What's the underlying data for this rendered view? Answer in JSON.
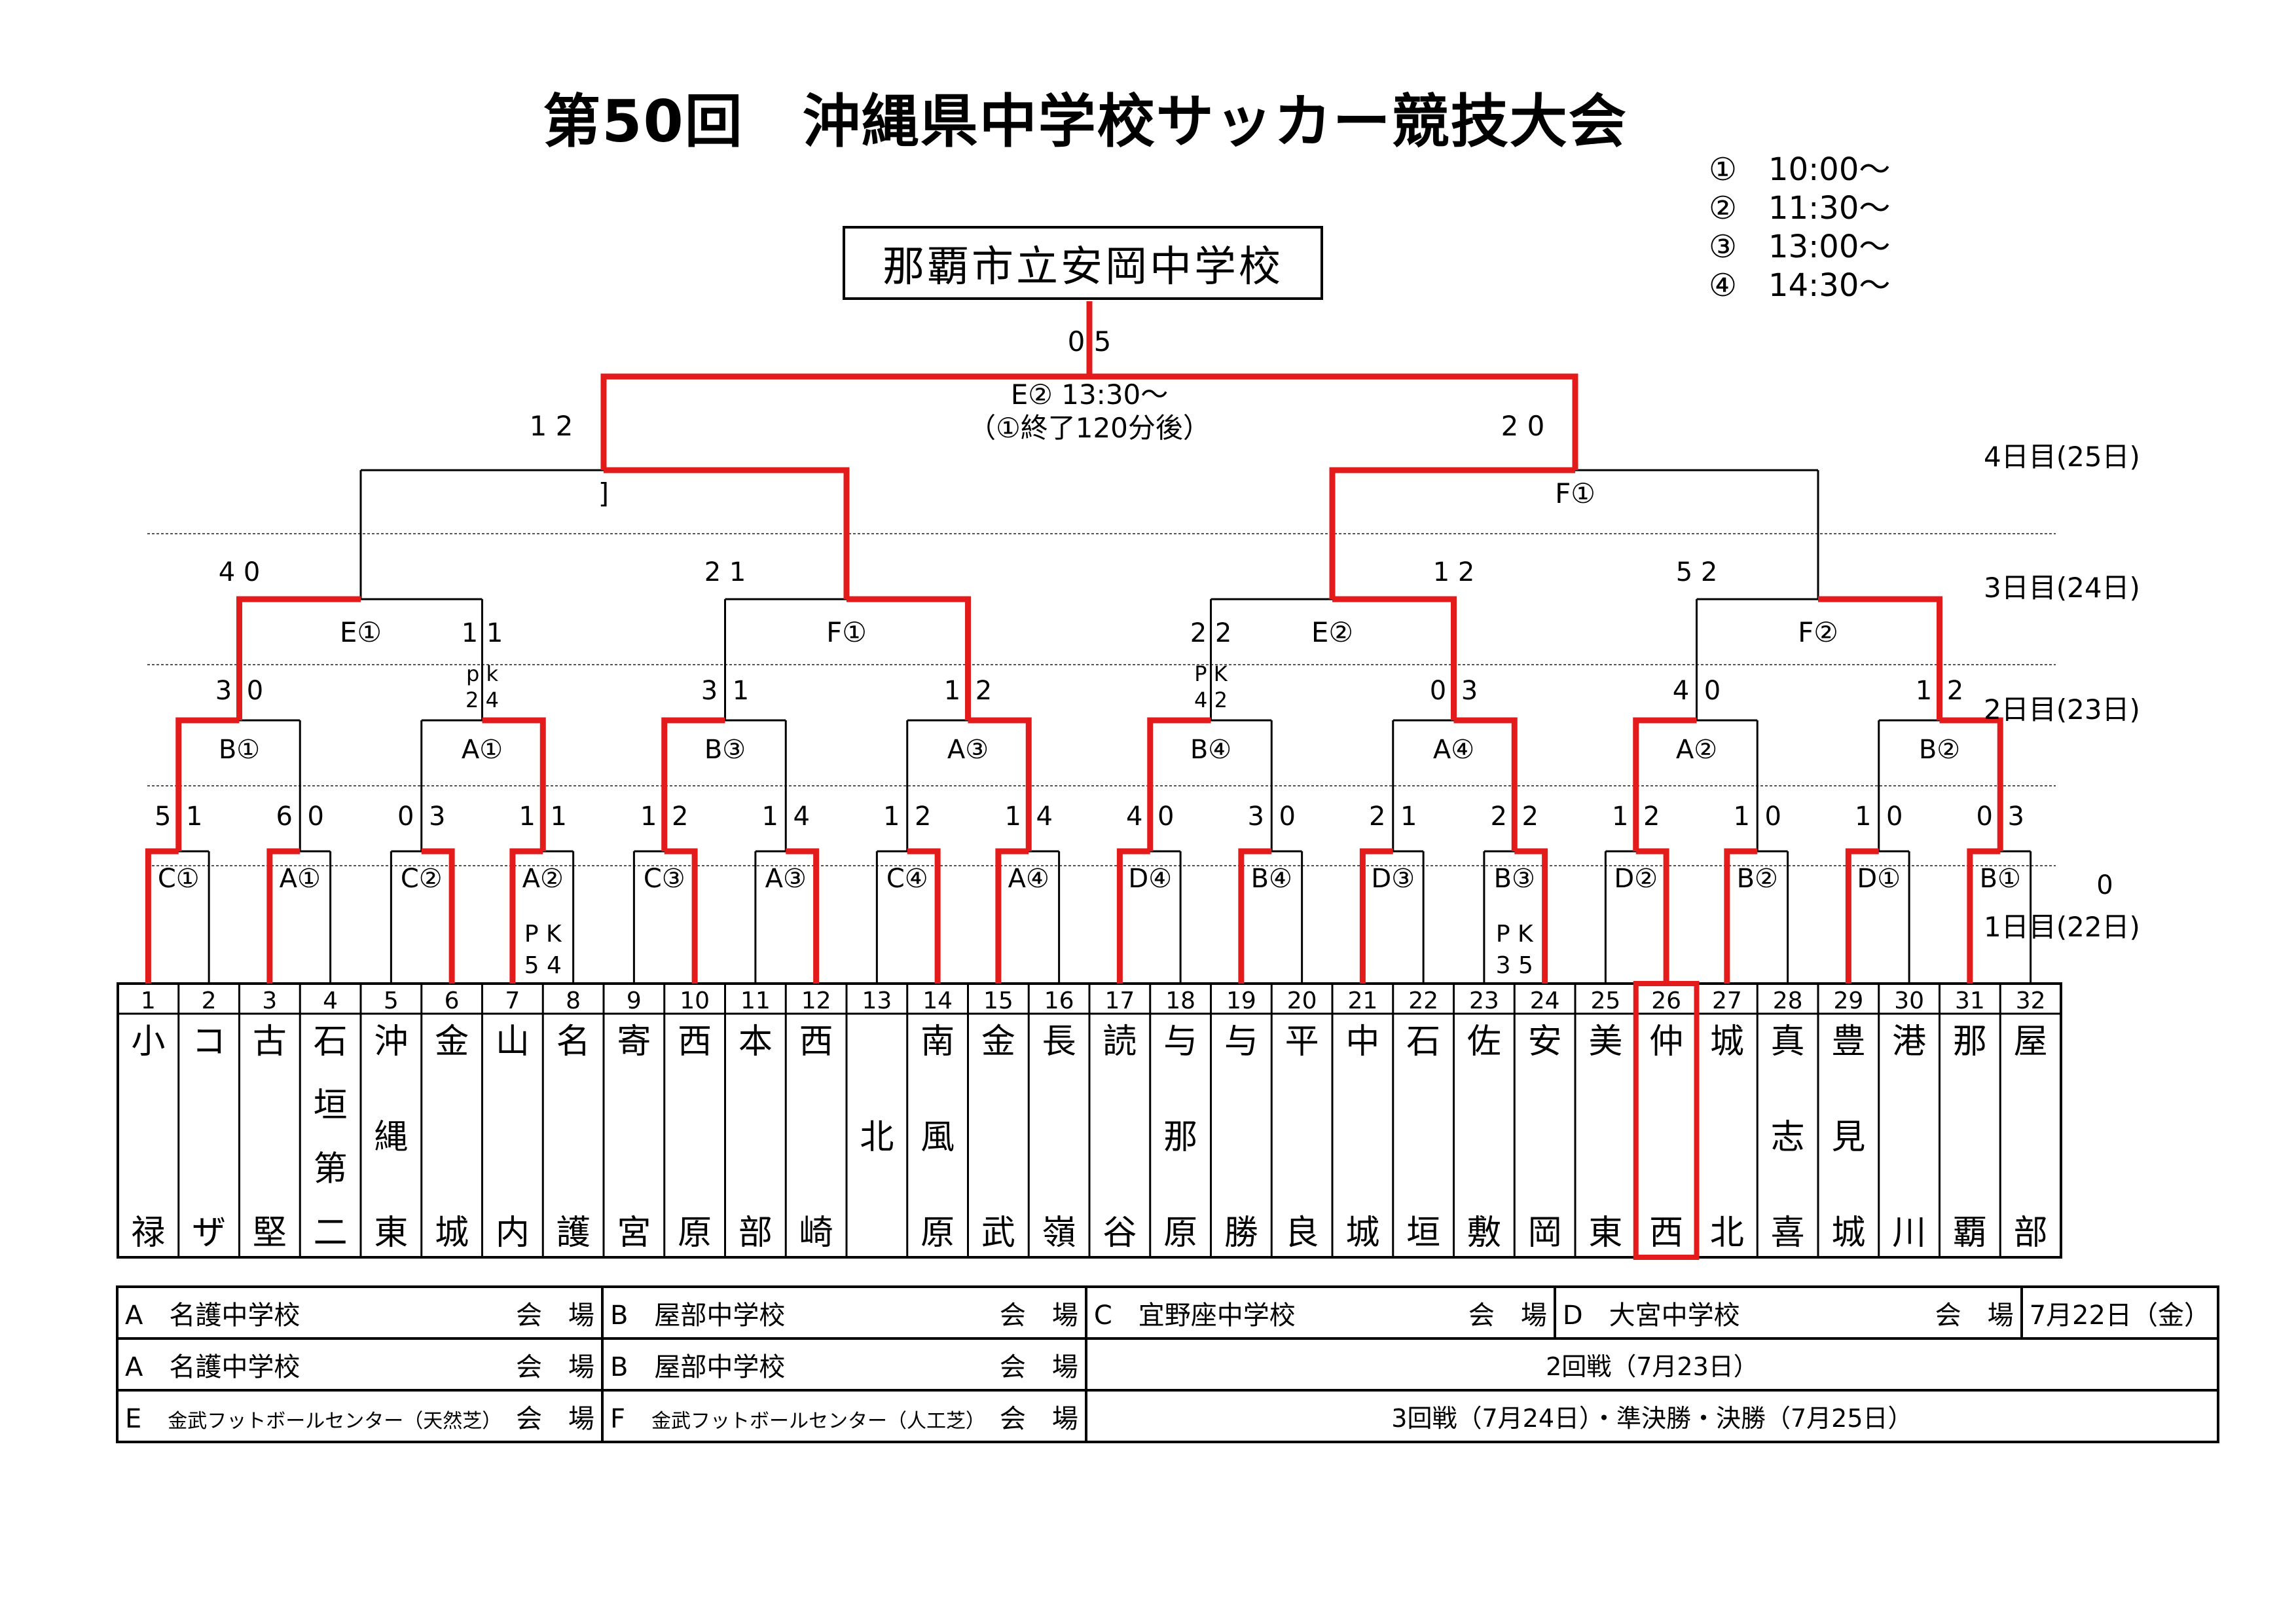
{
  "title": "第50回　沖縄県中学校サッカー競技大会",
  "times": [
    "①　10:00～",
    "②　11:30～",
    "③　13:00～",
    "④　14:30～"
  ],
  "champion": "那覇市立安岡中学校",
  "days": [
    "4日目(25日)",
    "3日目(24日)",
    "2日目(23日)",
    "1日目(22日)"
  ],
  "accent_color": "#e31b1b",
  "teams": [
    {
      "no": "1",
      "name": "小禄"
    },
    {
      "no": "2",
      "name": "コザ"
    },
    {
      "no": "3",
      "name": "古堅"
    },
    {
      "no": "4",
      "name": "石垣第二"
    },
    {
      "no": "5",
      "name": "沖縄東"
    },
    {
      "no": "6",
      "name": "金城"
    },
    {
      "no": "7",
      "name": "山内"
    },
    {
      "no": "8",
      "name": "名護"
    },
    {
      "no": "9",
      "name": "寄宮"
    },
    {
      "no": "10",
      "name": "西原"
    },
    {
      "no": "11",
      "name": "本部"
    },
    {
      "no": "12",
      "name": "西崎"
    },
    {
      "no": "13",
      "name": "北"
    },
    {
      "no": "14",
      "name": "南風原"
    },
    {
      "no": "15",
      "name": "金武"
    },
    {
      "no": "16",
      "name": "長嶺"
    },
    {
      "no": "17",
      "name": "読谷"
    },
    {
      "no": "18",
      "name": "与那原"
    },
    {
      "no": "19",
      "name": "与勝"
    },
    {
      "no": "20",
      "name": "平良"
    },
    {
      "no": "21",
      "name": "中城"
    },
    {
      "no": "22",
      "name": "石垣"
    },
    {
      "no": "23",
      "name": "佐敷"
    },
    {
      "no": "24",
      "name": "安岡"
    },
    {
      "no": "25",
      "name": "美東"
    },
    {
      "no": "26",
      "name": "仲西"
    },
    {
      "no": "27",
      "name": "城北"
    },
    {
      "no": "28",
      "name": "真志喜"
    },
    {
      "no": "29",
      "name": "豊見城"
    },
    {
      "no": "30",
      "name": "港川"
    },
    {
      "no": "31",
      "name": "那覇"
    },
    {
      "no": "32",
      "name": "屋部"
    }
  ],
  "r1_venues": [
    "C①",
    "A①",
    "C②",
    "A②",
    "C③",
    "A③",
    "C④",
    "A④",
    "D④",
    "B④",
    "D③",
    "B③",
    "D②",
    "B②",
    "D①",
    "B①"
  ],
  "r1_scores": [
    [
      "5",
      "1"
    ],
    [
      "6",
      "0"
    ],
    [
      "0",
      "3"
    ],
    [
      "1",
      "1"
    ],
    [
      "1",
      "2"
    ],
    [
      "1",
      "4"
    ],
    [
      "1",
      "2"
    ],
    [
      "1",
      "4"
    ],
    [
      "4",
      "0"
    ],
    [
      "3",
      "0"
    ],
    [
      "2",
      "1"
    ],
    [
      "2",
      "2"
    ],
    [
      "1",
      "2"
    ],
    [
      "1",
      "0"
    ],
    [
      "1",
      "0"
    ],
    [
      "0",
      "3"
    ]
  ],
  "r1_pk": [
    {
      "label": "P K",
      "score": "5  4"
    },
    {
      "label": "P K",
      "score": "3  5"
    }
  ],
  "r1_note": "0",
  "r2_venues": [
    "B①",
    "A①",
    "B③",
    "A③",
    "B④",
    "A④",
    "A②",
    "B②"
  ],
  "r2_scores": [
    [
      "3",
      "0"
    ],
    [
      "",
      "1"
    ],
    [
      "3",
      "1"
    ],
    [
      "1",
      "2"
    ],
    [
      "",
      ""
    ],
    [
      "0",
      "3"
    ],
    [
      "4",
      "0"
    ],
    [
      "1",
      "2"
    ]
  ],
  "r2_pk": [
    {
      "label": "p  k",
      "score": "2  4"
    },
    {
      "label": "P K",
      "score": "4  2"
    }
  ],
  "r3_venues": [
    "E①",
    "F①",
    "E②",
    "F②"
  ],
  "r3_scores": [
    [
      "4",
      "0"
    ],
    [
      "2",
      "1"
    ],
    [
      "1",
      "2"
    ],
    [
      "5",
      "2"
    ]
  ],
  "r3_extra": [
    "1 1",
    "2 2"
  ],
  "sf_venues": [
    "]",
    "F①"
  ],
  "sf_scores": [
    [
      "1",
      "2"
    ],
    [
      "2",
      "0"
    ]
  ],
  "final_score": "0 5",
  "final_venue": "E② 13:30～",
  "final_note": "（①終了120分後）",
  "legend": {
    "row1": [
      "A　名護中学校",
      "会　場",
      "B　屋部中学校",
      "会　場",
      "C　宜野座中学校",
      "会　場",
      "D　大宮中学校",
      "会　場",
      "7月22日（金）"
    ],
    "row2": [
      "A　名護中学校",
      "会　場",
      "B　屋部中学校",
      "会　場",
      "2回戦（7月23日）"
    ],
    "row3": [
      "E",
      "金武フットボールセンター（天然芝）",
      "会　場",
      "F",
      "金武フットボールセンター（人工芝）",
      "会　場",
      "3回戦（7月24日）・準決勝・決勝（7月25日）"
    ]
  }
}
